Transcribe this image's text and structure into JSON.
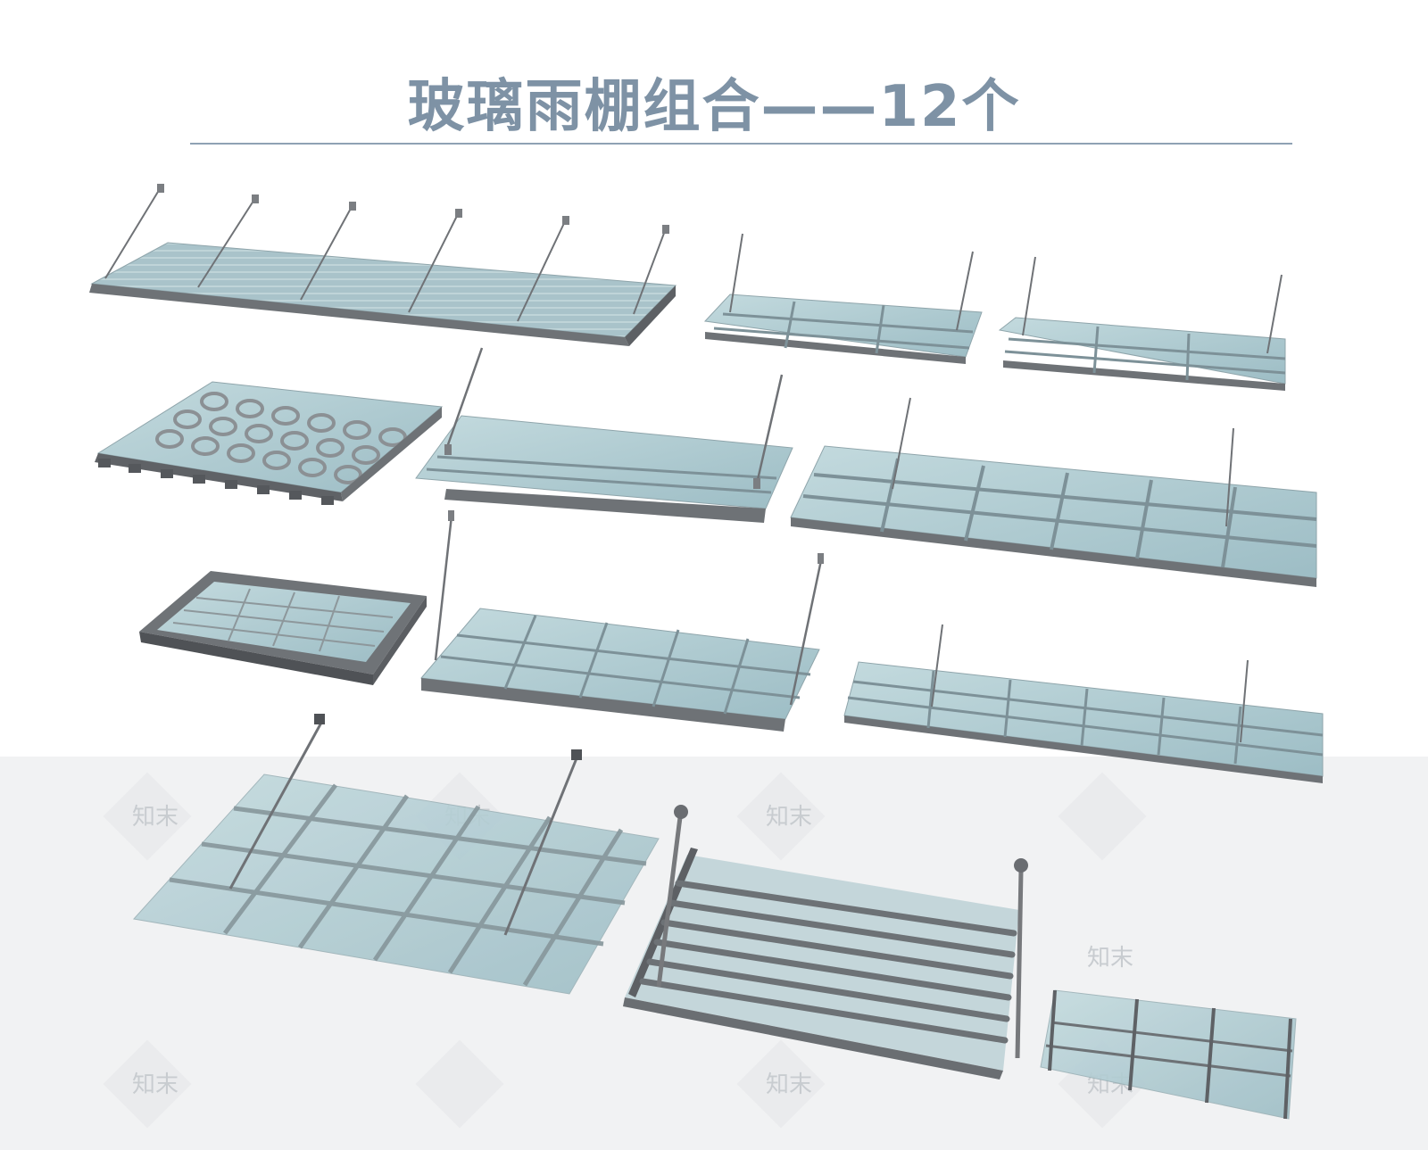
{
  "header": {
    "title": "玻璃雨棚组合——12个"
  },
  "watermark": {
    "text": "知末"
  },
  "gallery": {
    "count": 12,
    "items": [
      {
        "id": "canopy-1",
        "style": "long-rod-suspended"
      },
      {
        "id": "canopy-2",
        "style": "framed-grid-rods"
      },
      {
        "id": "canopy-3",
        "style": "framed-grid-rods"
      },
      {
        "id": "canopy-4",
        "style": "perforated-ribs"
      },
      {
        "id": "canopy-5",
        "style": "spider-fitting-rods"
      },
      {
        "id": "canopy-6",
        "style": "long-framed-grid-rods"
      },
      {
        "id": "canopy-7",
        "style": "box-frame"
      },
      {
        "id": "canopy-8",
        "style": "grid-rods"
      },
      {
        "id": "canopy-9",
        "style": "long-framed-grid-rods"
      },
      {
        "id": "canopy-10",
        "style": "large-grid-rods"
      },
      {
        "id": "canopy-11",
        "style": "bar-ladder-ball-posts"
      },
      {
        "id": "canopy-12",
        "style": "small-fin-grid"
      }
    ]
  },
  "colors": {
    "title": "#7e92a5",
    "glass": "#a9c6cd",
    "frame": "#6e7276",
    "rod": "#7b7e82",
    "band": "#f1f2f3"
  }
}
